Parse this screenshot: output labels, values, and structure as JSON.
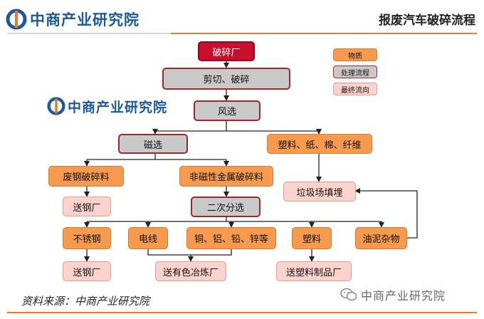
{
  "header": {
    "brand": "中商产业研究院",
    "title": "报废汽车破碎流程"
  },
  "watermark_logo": "中商产业研究院",
  "legend": [
    {
      "label": "物质",
      "color": "#f59a4e"
    },
    {
      "label": "处理流程",
      "color": "#c9c9c9"
    },
    {
      "label": "最终流向",
      "color": "#fbd3cc"
    }
  ],
  "nodes": {
    "crusher_plant": "破碎厂",
    "shear_crush": "剪切、破碎",
    "air_separation": "风选",
    "magnetic_separation": "磁选",
    "plastic_paper": "塑料、纸、棉、纤维",
    "scrap_steel": "废钢破碎料",
    "nonmagnetic_metal": "非磁性金属破碎料",
    "landfill": "垃圾场填埋",
    "to_steel_plant_1": "送钢厂",
    "secondary_separation": "二次分选",
    "stainless_steel": "不锈钢",
    "wire": "电线",
    "copper_etc": "铜、铝、铅、锌等",
    "plastic": "塑料",
    "oil_sludge": "油泥杂物",
    "to_steel_plant_2": "送钢厂",
    "to_nonferrous_smelter": "送有色冶炼厂",
    "to_plastic_products": "送塑料制品厂"
  },
  "footer": {
    "source": "资料来源：中商产业研究院",
    "wechat_watermark": "中商产业研究院"
  }
}
